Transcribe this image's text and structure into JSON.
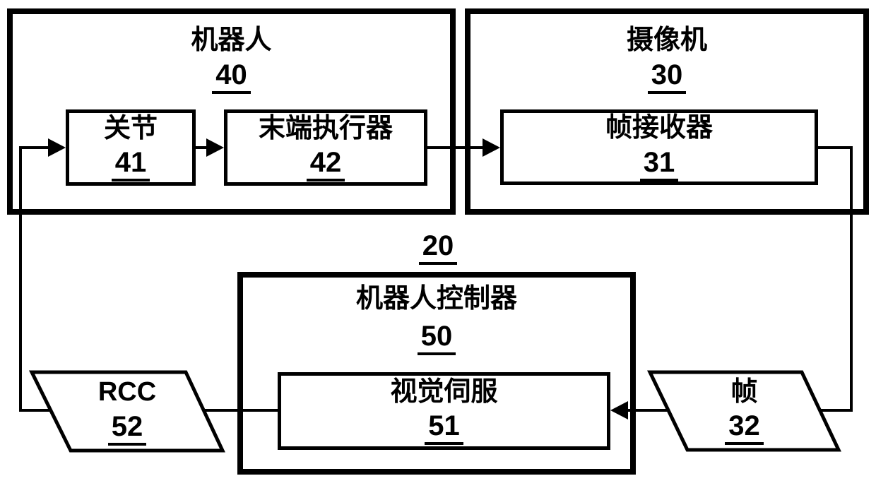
{
  "colors": {
    "line": "#000000",
    "background": "#ffffff"
  },
  "system": {
    "number": "20"
  },
  "robot": {
    "title": "机器人",
    "number": "40",
    "joint": {
      "title": "关节",
      "number": "41"
    },
    "end_effector": {
      "title": "末端执行器",
      "number": "42"
    }
  },
  "camera": {
    "title": "摄像机",
    "number": "30",
    "frame_receiver": {
      "title": "帧接收器",
      "number": "31"
    }
  },
  "controller": {
    "title": "机器人控制器",
    "number": "50",
    "visual_servo": {
      "title": "视觉伺服",
      "number": "51"
    }
  },
  "rcc": {
    "title": "RCC",
    "number": "52"
  },
  "frame": {
    "title": "帧",
    "number": "32"
  }
}
